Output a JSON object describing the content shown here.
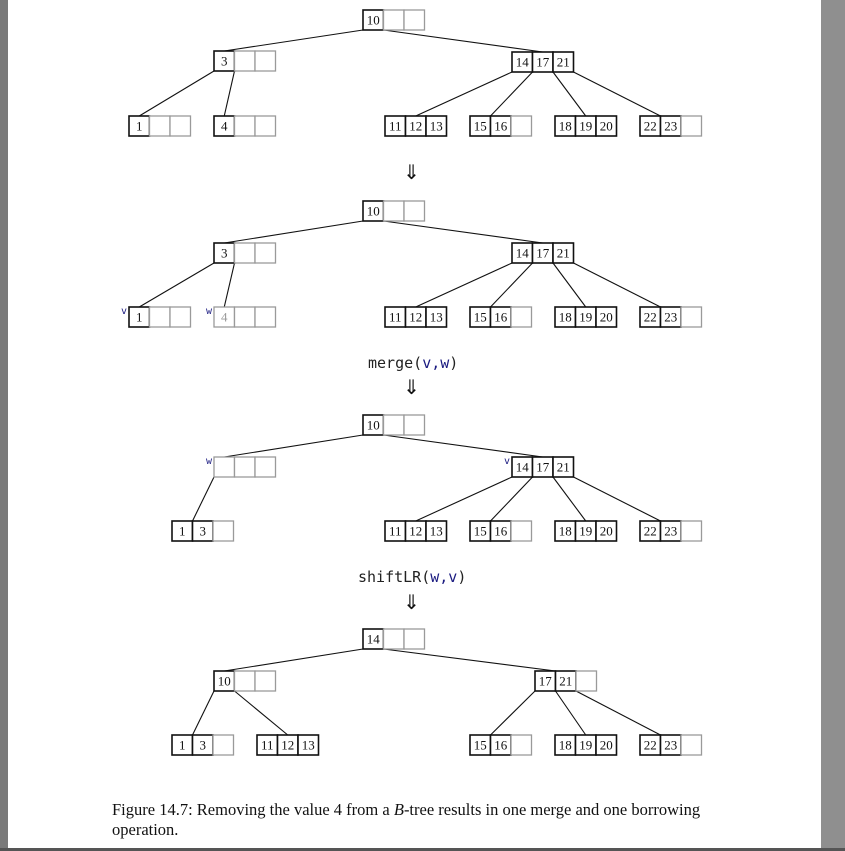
{
  "steps": [
    {
      "nodes": [
        {
          "id": "a",
          "keys": [
            "10"
          ],
          "slots": 3
        },
        {
          "id": "b",
          "keys": [
            "3"
          ],
          "slots": 3
        },
        {
          "id": "c",
          "keys": [
            "14",
            "17",
            "21"
          ],
          "slots": 3
        },
        {
          "id": "d",
          "keys": [
            "1"
          ],
          "slots": 3
        },
        {
          "id": "e",
          "keys": [
            "4"
          ],
          "slots": 3
        },
        {
          "id": "f",
          "keys": [
            "11",
            "12",
            "13"
          ],
          "slots": 3
        },
        {
          "id": "g",
          "keys": [
            "15",
            "16"
          ],
          "slots": 3
        },
        {
          "id": "h",
          "keys": [
            "18",
            "19",
            "20"
          ],
          "slots": 3
        },
        {
          "id": "i",
          "keys": [
            "22",
            "23"
          ],
          "slots": 3
        }
      ]
    },
    {
      "nodes": [
        {
          "id": "a",
          "keys": [
            "10"
          ],
          "slots": 3
        },
        {
          "id": "b",
          "keys": [
            "3"
          ],
          "slots": 3
        },
        {
          "id": "c",
          "keys": [
            "14",
            "17",
            "21"
          ],
          "slots": 3
        },
        {
          "id": "d",
          "keys": [
            "1"
          ],
          "slots": 3,
          "tag": "v"
        },
        {
          "id": "e",
          "keys": [
            "4"
          ],
          "slots": 3,
          "tag": "w",
          "faded": true
        },
        {
          "id": "f",
          "keys": [
            "11",
            "12",
            "13"
          ],
          "slots": 3
        },
        {
          "id": "g",
          "keys": [
            "15",
            "16"
          ],
          "slots": 3
        },
        {
          "id": "h",
          "keys": [
            "18",
            "19",
            "20"
          ],
          "slots": 3
        },
        {
          "id": "i",
          "keys": [
            "22",
            "23"
          ],
          "slots": 3
        }
      ]
    },
    {
      "nodes": [
        {
          "id": "a",
          "keys": [
            "10"
          ],
          "slots": 3
        },
        {
          "id": "b",
          "keys": [],
          "slots": 3,
          "tag": "w"
        },
        {
          "id": "c",
          "keys": [
            "14",
            "17",
            "21"
          ],
          "slots": 3,
          "tag": "v"
        },
        {
          "id": "d",
          "keys": [
            "1",
            "3"
          ],
          "slots": 3
        },
        {
          "id": "f",
          "keys": [
            "11",
            "12",
            "13"
          ],
          "slots": 3
        },
        {
          "id": "g",
          "keys": [
            "15",
            "16"
          ],
          "slots": 3
        },
        {
          "id": "h",
          "keys": [
            "18",
            "19",
            "20"
          ],
          "slots": 3
        },
        {
          "id": "i",
          "keys": [
            "22",
            "23"
          ],
          "slots": 3
        }
      ]
    },
    {
      "nodes": [
        {
          "id": "a",
          "keys": [
            "14"
          ],
          "slots": 3
        },
        {
          "id": "b",
          "keys": [
            "10"
          ],
          "slots": 3
        },
        {
          "id": "c",
          "keys": [
            "17",
            "21"
          ],
          "slots": 3
        },
        {
          "id": "d",
          "keys": [
            "1",
            "3"
          ],
          "slots": 3
        },
        {
          "id": "e",
          "keys": [
            "11",
            "12",
            "13"
          ],
          "slots": 3
        },
        {
          "id": "g",
          "keys": [
            "15",
            "16"
          ],
          "slots": 3
        },
        {
          "id": "h",
          "keys": [
            "18",
            "19",
            "20"
          ],
          "slots": 3
        },
        {
          "id": "i",
          "keys": [
            "22",
            "23"
          ],
          "slots": 3
        }
      ]
    }
  ],
  "operations": {
    "merge": {
      "name": "merge",
      "open": "(",
      "args": "v,w",
      "close": ")"
    },
    "shift": {
      "name": "shiftLR",
      "open": "(",
      "args": "w,v",
      "close": ")"
    }
  },
  "arrow_glyph": "⇓",
  "caption": {
    "label": "Figure 14.7:",
    "text_before": " Removing the value 4 from a ",
    "italic": "B",
    "text_after": "-tree results in one merge and one borrowing operation."
  }
}
